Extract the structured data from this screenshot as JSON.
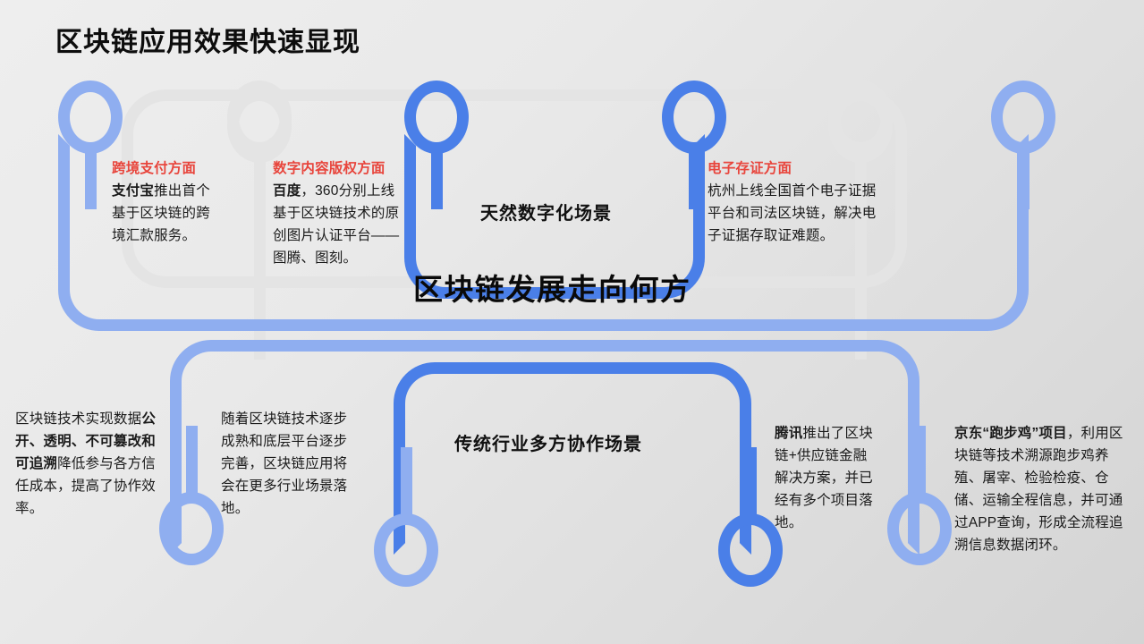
{
  "slide": {
    "title": "区块链应用效果快速显现",
    "middle_title": "区块链发展走向何方"
  },
  "colors": {
    "accent_light_blue": "#8FAEF0",
    "accent_dark_blue": "#4A7FE8",
    "heading_red": "#E8453C",
    "ghost_gray": "#E4E4E4",
    "body_text": "#1A1A1A",
    "background_start": "#EEEEEE",
    "background_end": "#D4D4D4"
  },
  "top_section": {
    "center_label": "天然数字化场景",
    "items": [
      {
        "id": "cross-border-payment",
        "heading": "跨境支付方面",
        "body_bold": "支付宝",
        "body_rest": "推出首个基于区块链的跨境汇款服务。",
        "pin_color": "light"
      },
      {
        "id": "digital-content-copyright",
        "heading": "数字内容版权方面",
        "body_bold": "百度",
        "body_rest": "，360分别上线基于区块链技术的原创图片认证平台——图腾、图刻。",
        "pin_color": "ghost"
      },
      {
        "id": "electronic-evidence",
        "heading": "电子存证方面",
        "body_bold": "",
        "body_rest": "杭州上线全国首个电子证据平台和司法区块链，解决电子证据存取证难题。",
        "pin_color": "dark"
      }
    ]
  },
  "bottom_section": {
    "center_label": "传统行业多方协作场景",
    "items": [
      {
        "id": "data-trust",
        "heading": "",
        "body_lead": "区块链技术实现数据",
        "body_bold": "公开、透明、不可篡改和可追溯",
        "body_rest": "降低参与各方信任成本，提高了协作效率。",
        "pin_color": "light"
      },
      {
        "id": "maturing-platforms",
        "heading": "",
        "body_lead": "",
        "body_bold": "",
        "body_rest": "随着区块链技术逐步成熟和底层平台逐步完善，区块链应用将会在更多行业场景落地。",
        "pin_color": "light"
      },
      {
        "id": "tencent-supply-chain",
        "heading": "",
        "body_lead": "",
        "body_bold": "腾讯",
        "body_rest": "推出了区块链+供应链金融解决方案，并已经有多个项目落地。",
        "pin_color": "dark"
      },
      {
        "id": "jd-running-chicken",
        "heading": "",
        "body_lead": "",
        "body_bold": "京东“跑步鸡”项目",
        "body_rest": "，利用区块链等技术溯源跑步鸡养殖、屠宰、检验检疫、仓储、运输全程信息，并可通过APP查询，形成全流程追溯信息数据闭环。",
        "pin_color": "light"
      }
    ]
  }
}
